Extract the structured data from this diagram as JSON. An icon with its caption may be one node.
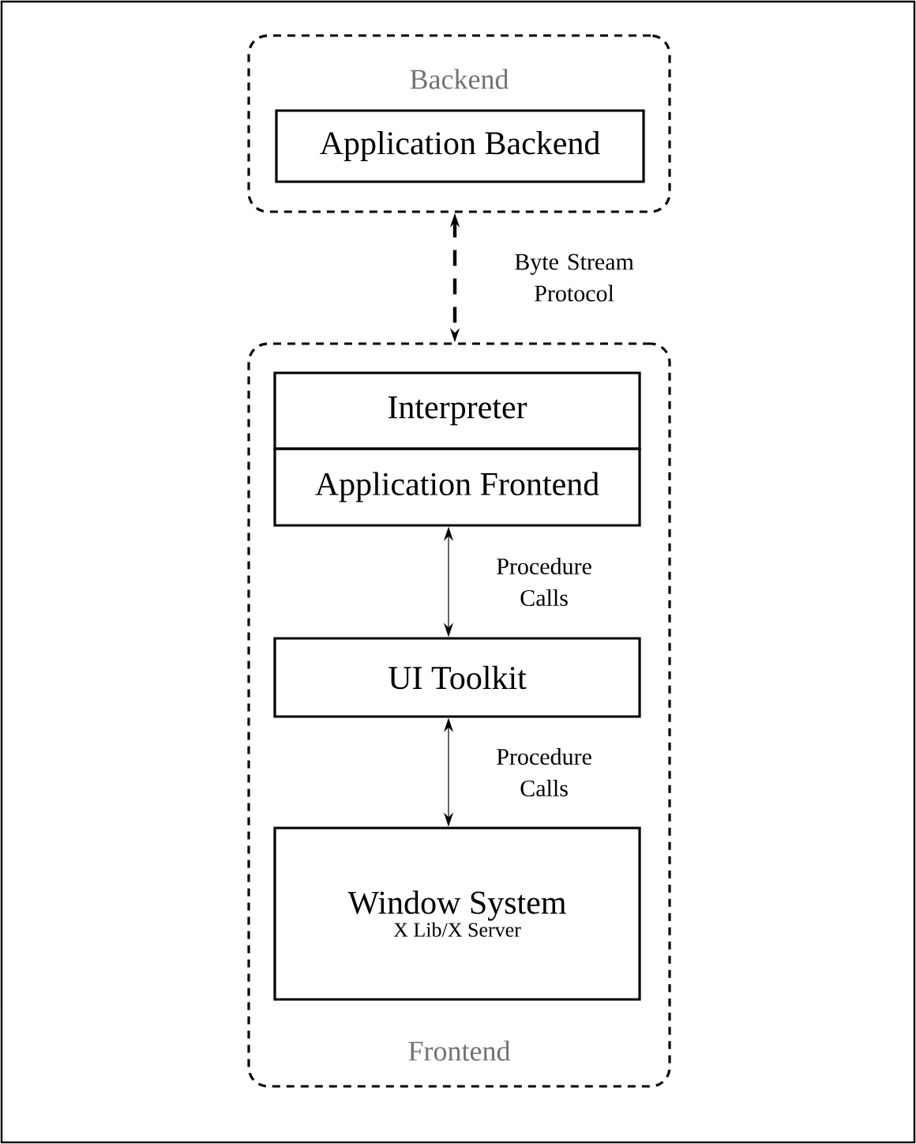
{
  "diagram": {
    "nodes": [
      {
        "text": [
          "Backend"
        ]
      },
      {
        "text": [
          "Application Backend"
        ],
        "in": 0
      },
      {
        "text": [
          "Frontend"
        ]
      },
      {
        "text": [
          "Interpreter"
        ],
        "in": 2
      },
      {
        "text": [
          "Application Frontend"
        ],
        "in": 2
      },
      {
        "text": [
          "UI Toolkit"
        ],
        "in": 2
      },
      {
        "text": [
          "Window System",
          "X Lib/X Server"
        ],
        "in": 2
      }
    ],
    "edges": [
      {
        "from": 0,
        "to": 2,
        "arrow": "both",
        "label": "Byte Stream Protocol",
        "style": "dashed"
      },
      {
        "from": 4,
        "to": 5,
        "arrow": "both",
        "label": "Procedure Calls"
      },
      {
        "from": 5,
        "to": 6,
        "arrow": "both",
        "label": "Procedure Calls"
      }
    ]
  }
}
